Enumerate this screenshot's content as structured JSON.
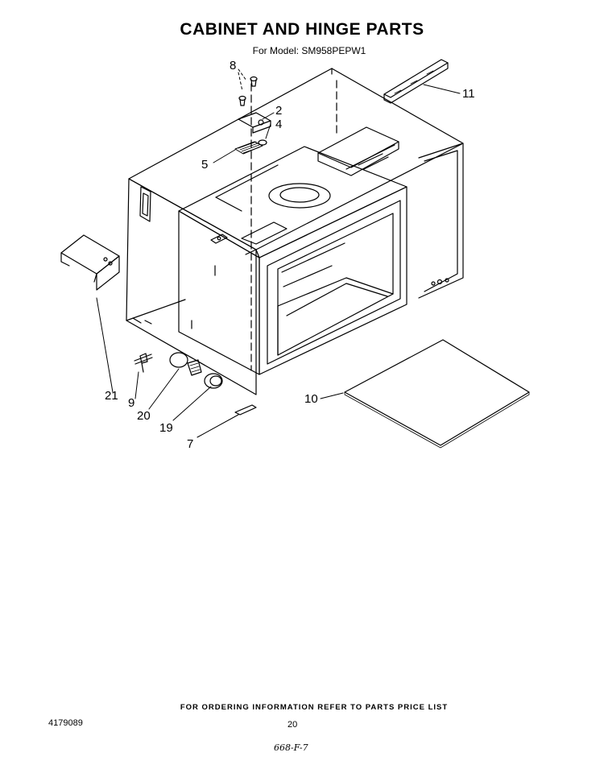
{
  "header": {
    "title": "CABINET AND HINGE PARTS",
    "model_line": "For Model: SM958PEPW1"
  },
  "callouts": {
    "c8": "8",
    "c2": "2",
    "c4": "4",
    "c5": "5",
    "c11": "11",
    "c21": "21",
    "c9": "9",
    "c20": "20",
    "c19": "19",
    "c7": "7",
    "c10": "10"
  },
  "footer": {
    "ordering_note": "FOR ORDERING INFORMATION REFER TO PARTS PRICE LIST",
    "doc_number": "4179089",
    "page_number": "20",
    "handwritten_code": "668-F-7"
  }
}
